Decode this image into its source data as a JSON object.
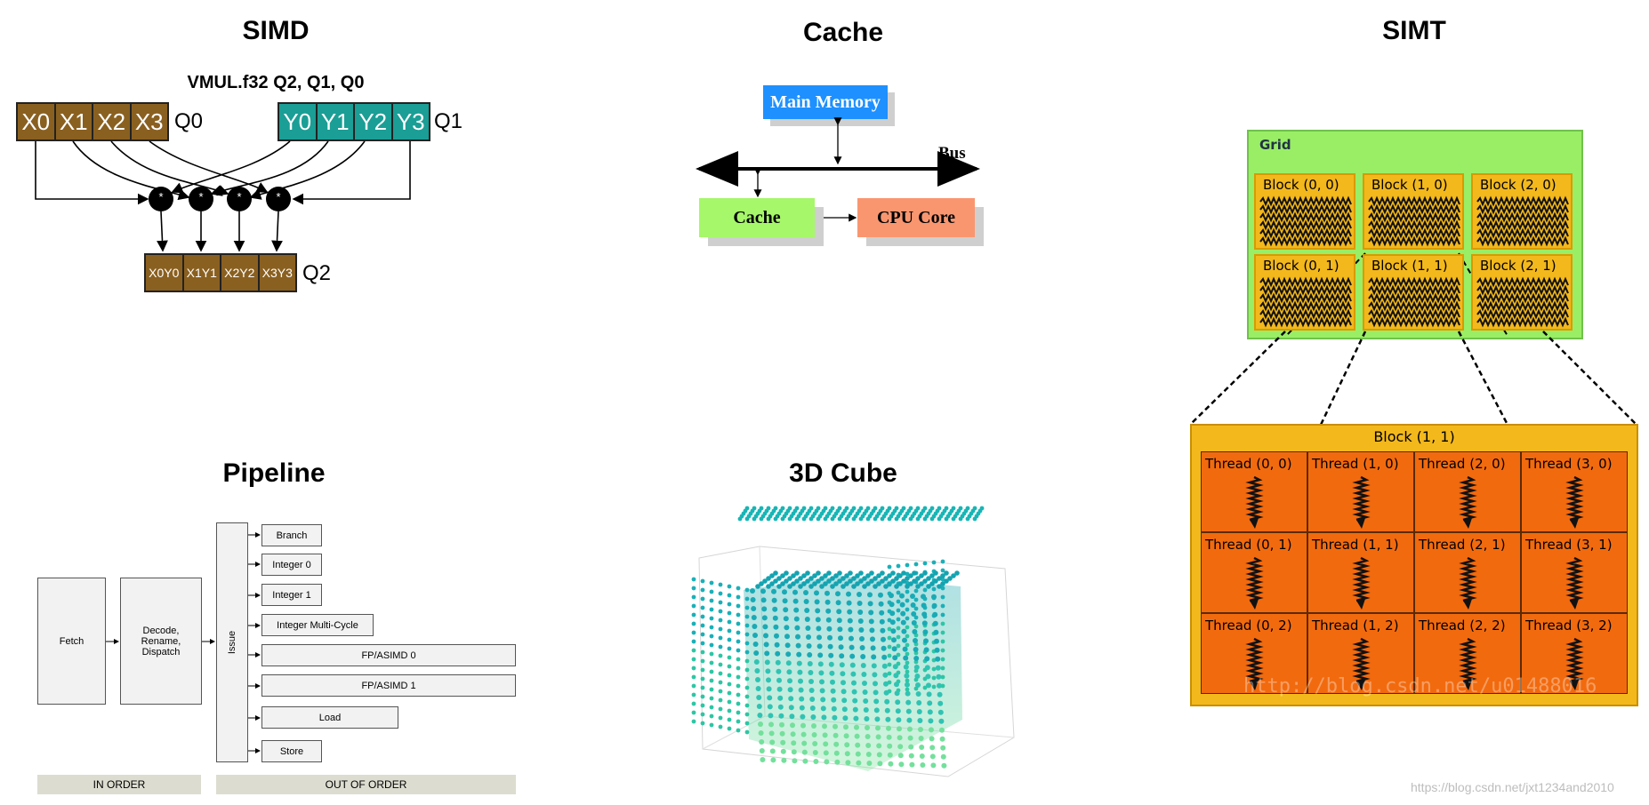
{
  "simd": {
    "title": "SIMD",
    "instruction": "VMUL.f32 Q2, Q1, Q0",
    "q0": {
      "label": "Q0",
      "cells": [
        "X0",
        "X1",
        "X2",
        "X3"
      ],
      "color": "#8a6020"
    },
    "q1": {
      "label": "Q1",
      "cells": [
        "Y0",
        "Y1",
        "Y2",
        "Y3"
      ],
      "color": "#1a9e95"
    },
    "q2": {
      "label": "Q2",
      "cells": [
        "X0Y0",
        "X1Y1",
        "X2Y2",
        "X3Y3"
      ],
      "color": "#8a6020"
    },
    "op": "*"
  },
  "cache": {
    "title": "Cache",
    "main_memory": "Main Memory",
    "bus": "Bus",
    "cache_label": "Cache",
    "cpu_core": "CPU Core",
    "colors": {
      "memory": "#1e90ff",
      "cache": "#a6f76a",
      "cpu": "#f99670"
    }
  },
  "simt": {
    "title": "SIMT",
    "grid_label": "Grid",
    "blocks": [
      "Block (0, 0)",
      "Block (1, 0)",
      "Block (2, 0)",
      "Block (0, 1)",
      "Block (1, 1)",
      "Block (2, 1)"
    ],
    "detail_label": "Block (1, 1)",
    "threads": [
      "Thread (0, 0)",
      "Thread (1, 0)",
      "Thread (2, 0)",
      "Thread (3, 0)",
      "Thread (0, 1)",
      "Thread (1, 1)",
      "Thread (2, 1)",
      "Thread (3, 1)",
      "Thread (0, 2)",
      "Thread (1, 2)",
      "Thread (2, 2)",
      "Thread (3, 2)"
    ],
    "watermark": "http://blog.csdn.net/u01488016",
    "colors": {
      "grid": "#99ee66",
      "block": "#f3b81c",
      "thread": "#f26a0e"
    }
  },
  "pipeline": {
    "title": "Pipeline",
    "fetch": "Fetch",
    "decode": "Decode,\nRename,\nDispatch",
    "issue": "Issue",
    "units": [
      "Branch",
      "Integer 0",
      "Integer 1",
      "Integer Multi-Cycle",
      "FP/ASIMD 0",
      "FP/ASIMD 1",
      "Load",
      "Store"
    ],
    "in_order": "IN ORDER",
    "out_of_order": "OUT OF ORDER"
  },
  "cube": {
    "title": "3D Cube"
  },
  "footer": {
    "watermark": "https://blog.csdn.net/jxt1234and2010"
  }
}
